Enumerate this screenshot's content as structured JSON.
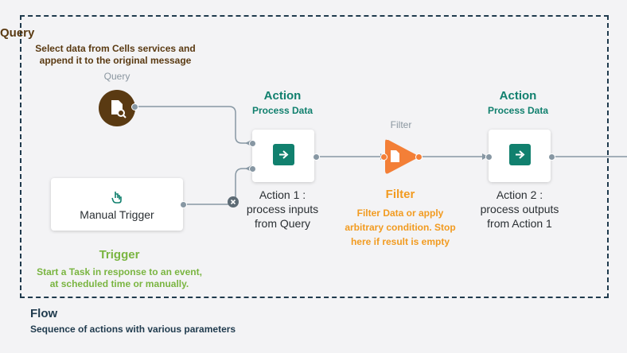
{
  "query": {
    "title": "Query",
    "desc_line1": "Select data from Cells services and",
    "desc_line2": "append it to the original message",
    "node_label": "Query"
  },
  "action1": {
    "title": "Action",
    "subtitle": "Process Data",
    "line1": "Action 1 :",
    "line2": "process inputs",
    "line3": "from Query"
  },
  "filter": {
    "node_label": "Filter",
    "title": "Filter",
    "desc_line1": "Filter Data or apply",
    "desc_line2": "arbitrary condition. Stop",
    "desc_line3": "here if result is empty"
  },
  "action2": {
    "title": "Action",
    "subtitle": "Process Data",
    "line1": "Action 2 :",
    "line2": "process outputs",
    "line3": "from Action 1"
  },
  "trigger": {
    "card_label": "Manual Trigger",
    "title": "Trigger",
    "desc_line1": "Start a Task in response to an event,",
    "desc_line2": "at scheduled time or manually."
  },
  "flow": {
    "title": "Flow",
    "subtitle": "Sequence of actions with various parameters"
  },
  "colors": {
    "query_brown": "#5a3a12",
    "action_teal": "#11806e",
    "filter_orange": "#f37f37",
    "filter_text": "#f29b20",
    "trigger_green": "#7ab541",
    "flow_navy": "#1f3a4d",
    "wire_gray": "#8797a3"
  },
  "icons": [
    "document-search-icon",
    "share-arrow-icon",
    "document-icon",
    "hand-pointer-icon",
    "close-circle-icon"
  ]
}
